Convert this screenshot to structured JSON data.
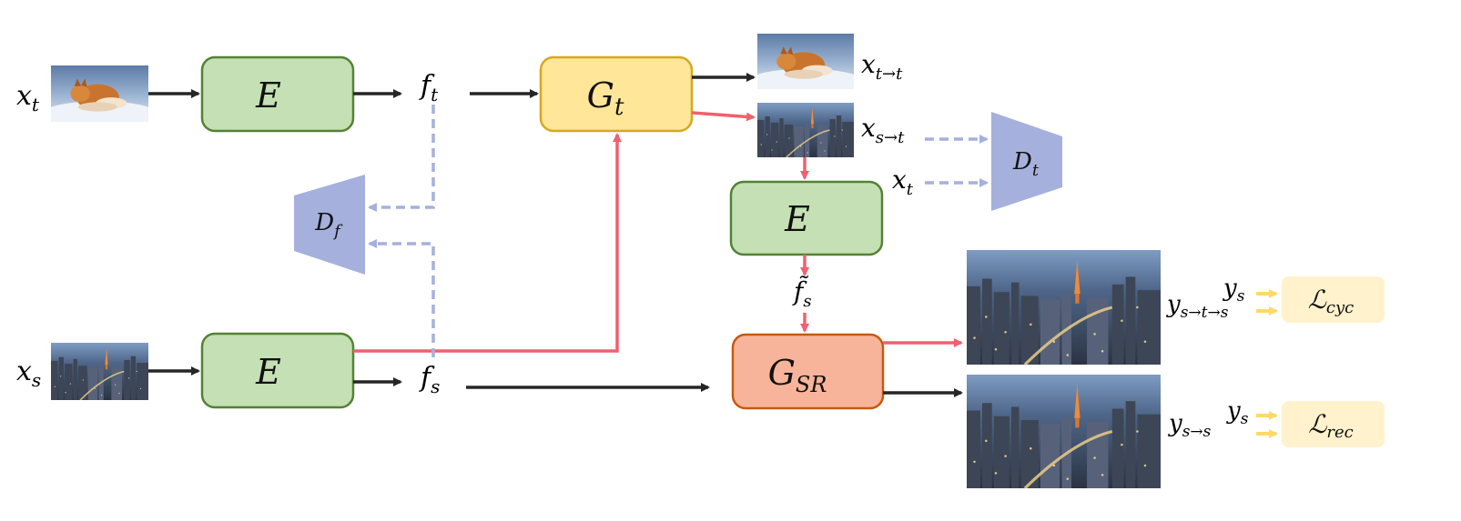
{
  "colors": {
    "encoder_fill": "#c5e0b4",
    "encoder_stroke": "#548235",
    "gen_t_fill": "#ffe699",
    "gen_t_stroke": "#d6a820",
    "gen_sr_fill": "#f8b49a",
    "gen_sr_stroke": "#c55a11",
    "disc_fill": "#a5b0dd",
    "loss_fill": "#fff2cc",
    "arrow_black": "#262626",
    "arrow_red": "#f0606e",
    "arrow_dashed": "#a5b0dd",
    "arrow_yellow": "#ffd966"
  },
  "blocks": {
    "encoder_top": {
      "main": "E"
    },
    "encoder_bottom": {
      "main": "E"
    },
    "encoder_mid": {
      "main": "E"
    },
    "gen_t": {
      "main": "G",
      "sub": "t"
    },
    "gen_sr": {
      "main": "G",
      "sub": "SR"
    },
    "disc_f": {
      "main": "D",
      "sub": "f"
    },
    "disc_t": {
      "main": "D",
      "sub": "t"
    }
  },
  "vars": {
    "x_t": {
      "main": "x",
      "sub": "t"
    },
    "x_s": {
      "main": "x",
      "sub": "s"
    },
    "f_t": {
      "main": "f",
      "sub": "t"
    },
    "f_s": {
      "main": "f",
      "sub": "s"
    },
    "f_s_tilde": {
      "main": "f̃",
      "sub": "s"
    },
    "x_t2t": {
      "main": "x",
      "sub": "t→t"
    },
    "x_s2t": {
      "main": "x",
      "sub": "s→t"
    },
    "x_t_real": {
      "main": "x",
      "sub": "t"
    },
    "y_s_cyc": {
      "main": "y",
      "sub": "s"
    },
    "y_s2t2s": {
      "main": "y",
      "sub": "s→t→s"
    },
    "y_s_rec": {
      "main": "y",
      "sub": "s"
    },
    "y_s2s": {
      "main": "y",
      "sub": "s→s"
    }
  },
  "losses": {
    "cyc": {
      "main": "ℒ",
      "sub": "cyc"
    },
    "rec": {
      "main": "ℒ",
      "sub": "rec"
    }
  },
  "images": {
    "fox": "fox-photo",
    "city": "city-photo"
  }
}
